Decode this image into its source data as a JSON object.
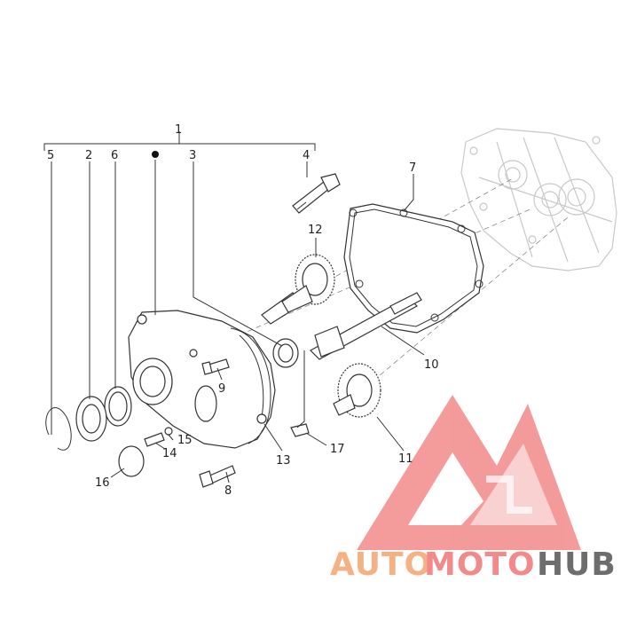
{
  "callouts": {
    "c1": "1",
    "c2": "2",
    "c3": "3",
    "c4": "4",
    "c5": "5",
    "c6": "6",
    "c7": "7",
    "c8": "8",
    "c9": "9",
    "c10": "10",
    "c11": "11",
    "c12": "12",
    "c13": "13",
    "c14": "14",
    "c15": "15",
    "c16": "16",
    "c17": "17"
  },
  "watermark": {
    "part1": "AUTO",
    "part2": "MOTO",
    "part3": "HUB",
    "color_auto": "#f5b183",
    "color_moto": "#f28a8a",
    "color_hub": "#6d6d6d",
    "color_logo": "#f28a8a"
  }
}
